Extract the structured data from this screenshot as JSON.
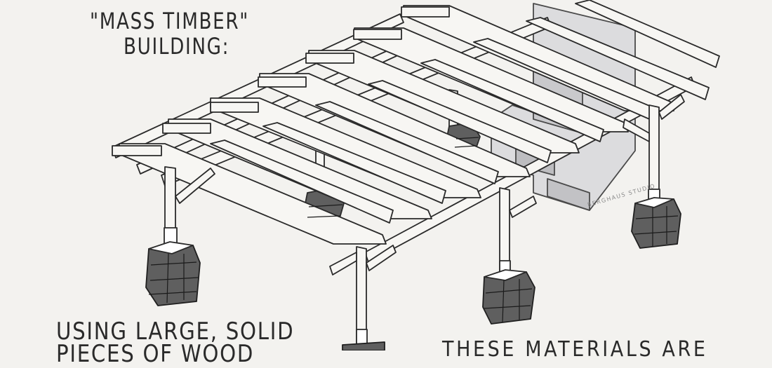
{
  "title": {
    "line1": "\"MASS TIMBER\"",
    "line2": "BUILDING:"
  },
  "captions": {
    "left_line1": "USING LARGE, SOLID",
    "left_line2": "PIECES OF WOOD",
    "right_line1": "THESE MATERIALS ARE"
  },
  "watermark": "BERGHAUS STUDIO",
  "colors": {
    "background": "#f3f2ef",
    "ink": "#2a2a2a",
    "timber": "#f7f6f3",
    "stone": "#5f5f5f",
    "stone_dark": "#3a3a3a",
    "wall": "#dcdcde"
  }
}
